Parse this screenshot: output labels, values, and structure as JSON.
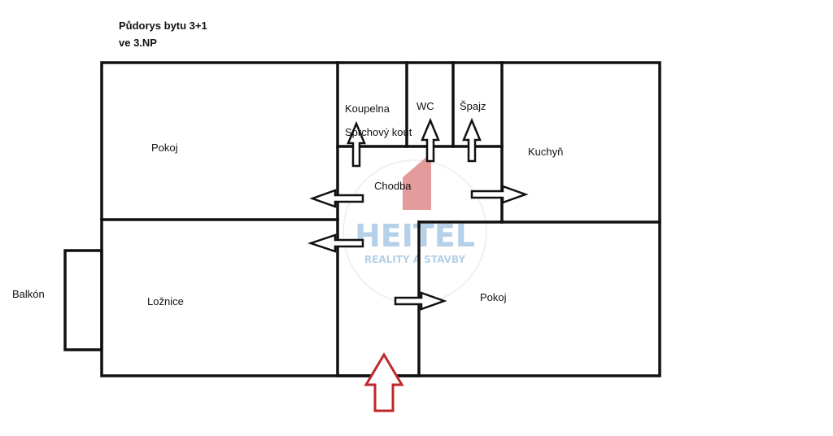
{
  "title": {
    "line1": "Půdorys bytu 3+1",
    "line2": "ve 3.NP"
  },
  "rooms": {
    "pokoj_left": "Pokoj",
    "loznice": "Ložnice",
    "balkon": "Balkón",
    "koupelna": "Koupelna",
    "sprchovy_kout": "Sprchový kout",
    "wc": "WC",
    "spajz": "Špajz",
    "kuchyn": "Kuchyň",
    "chodba": "Chodba",
    "pokoj_right": "Pokoj"
  },
  "watermark": {
    "brand": "HEITEL",
    "tagline": "REALITY A STAVBY"
  },
  "colors": {
    "walls": "#111111",
    "entrance_arrow": "#c0272d",
    "watermark_red": "#e08a8a",
    "watermark_blue": "#a9c8e6"
  }
}
